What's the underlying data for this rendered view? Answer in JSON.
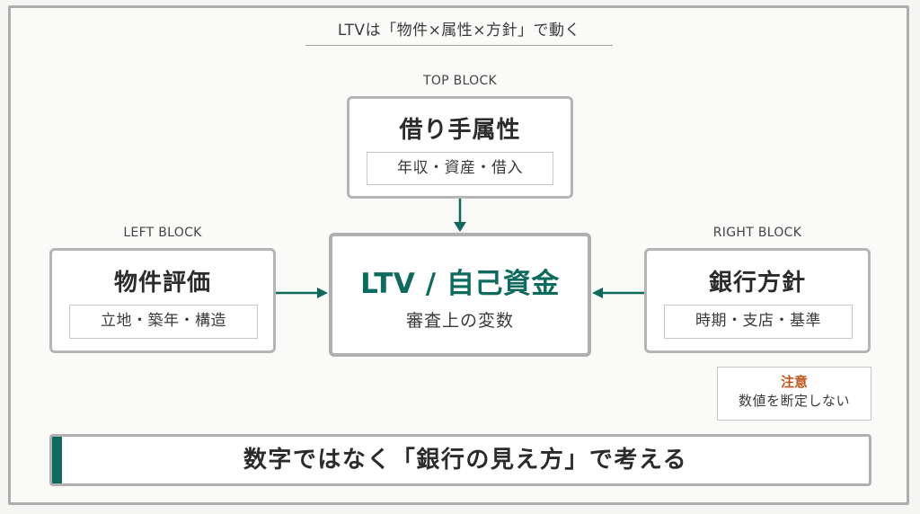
{
  "title": "LTVは「物件×属性×方針」で動く",
  "colors": {
    "accent": "#0d6b5e",
    "warning": "#c2561f",
    "border": "#b5b5b5",
    "text": "#2b2b2b"
  },
  "top_block": {
    "label": "TOP BLOCK",
    "title": "借り手属性",
    "detail": "年収・資産・借入"
  },
  "left_block": {
    "label": "LEFT BLOCK",
    "title": "物件評価",
    "detail": "立地・築年・構造"
  },
  "right_block": {
    "label": "RIGHT BLOCK",
    "title": "銀行方針",
    "detail": "時期・支店・基準"
  },
  "center_block": {
    "title": "LTV / 自己資金",
    "subtitle": "審査上の変数"
  },
  "note": {
    "title": "注意",
    "text": "数値を断定しない"
  },
  "banner": {
    "text": "数字ではなく「銀行の見え方」で考える"
  },
  "connections": [
    {
      "from": "top_block",
      "to": "center_block",
      "direction": "down"
    },
    {
      "from": "left_block",
      "to": "center_block",
      "direction": "right"
    },
    {
      "from": "right_block",
      "to": "center_block",
      "direction": "left"
    }
  ]
}
